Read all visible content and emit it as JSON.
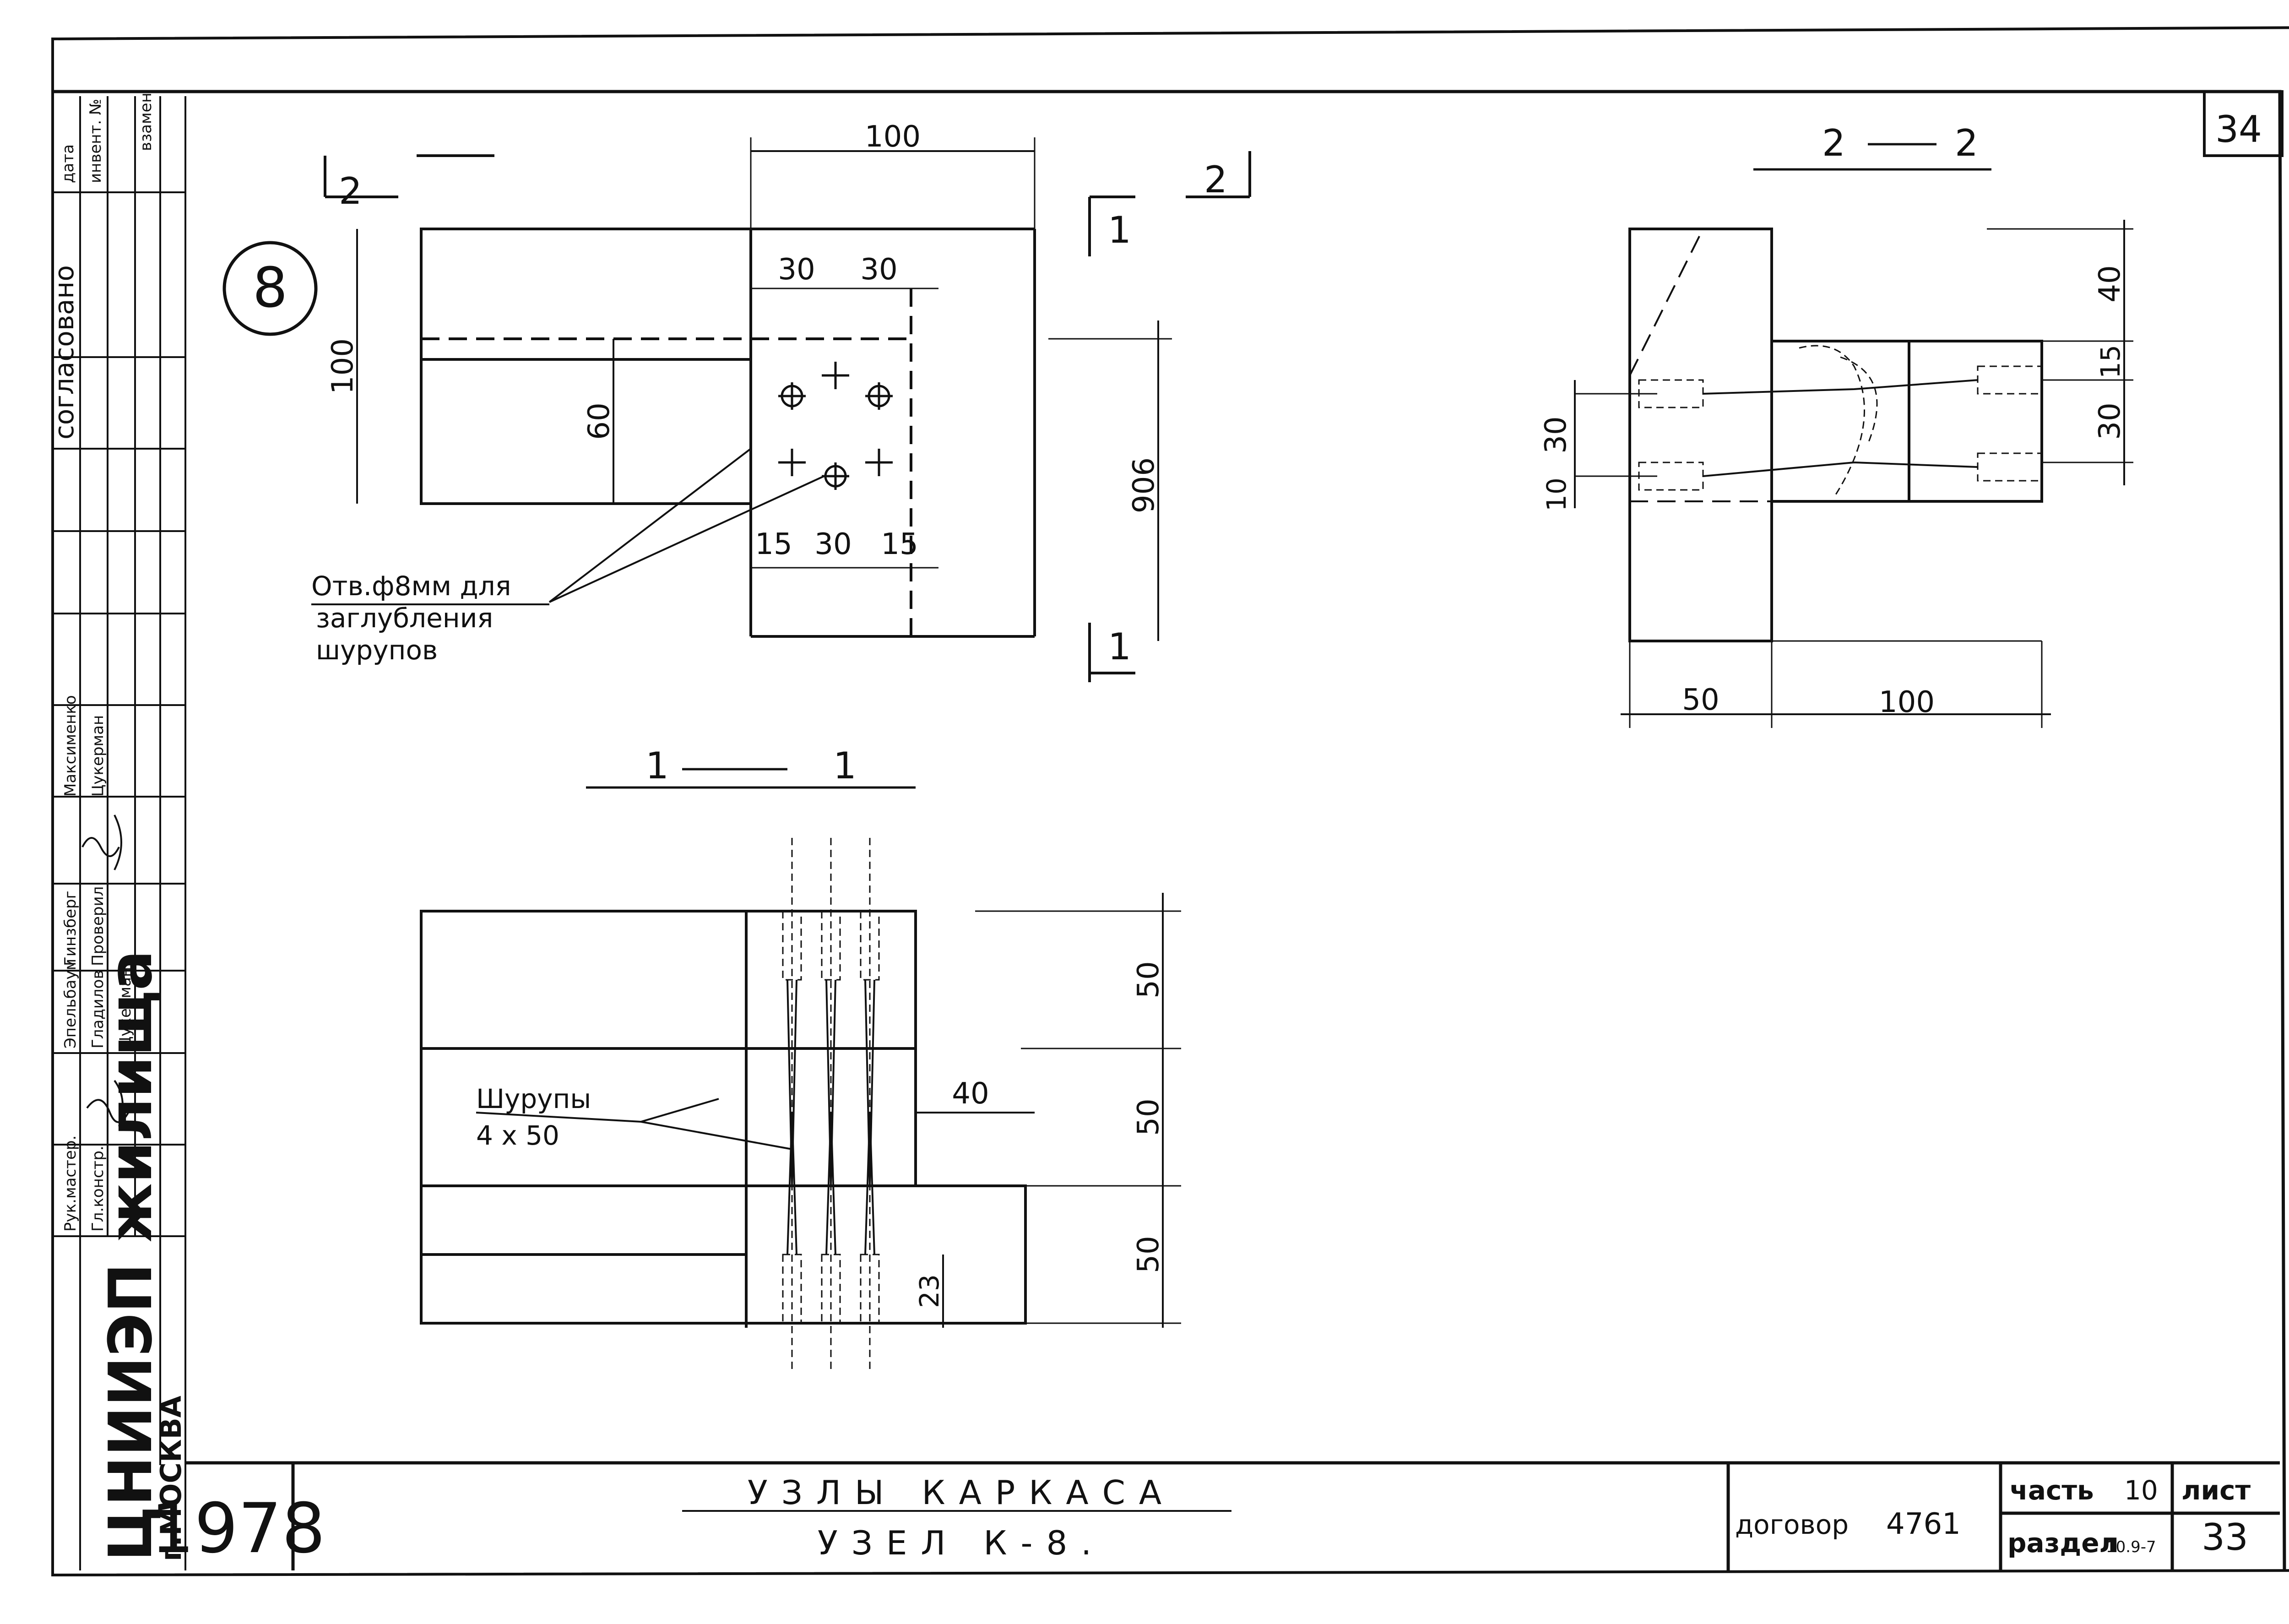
{
  "sheet": {
    "page_number": "34",
    "node_mark": "8",
    "year": "1978",
    "org_name": "ЦНИИЭП жилища",
    "org_city": "г.МОСКВА",
    "title_line1": "УЗЛЫ КАРКАСА",
    "title_line2": "УЗЕЛ К-8.",
    "contract_label": "договор",
    "contract_number": "4761",
    "part_label": "часть",
    "part_number": "10",
    "sheet_label": "лист",
    "sheet_number": "33",
    "section_label": "раздел",
    "section_number": "10.9-7"
  },
  "side_stamp": {
    "agreed": "согласовано",
    "date": "дата",
    "inventory": "инвент. №",
    "replace": "взамен",
    "signers": [
      "Максименко",
      "Цукерман",
      "Гинзберг",
      "Проверил",
      "Эпельбаум",
      "Гладилов",
      "Цукерман",
      "Рук.мастер.",
      "Гл.констр."
    ]
  },
  "plan_view": {
    "section_mark_left": "2",
    "section_mark_right": "2",
    "section_mark_top": "1",
    "section_mark_bottom": "1",
    "dim_top": "100",
    "dim_left": "100",
    "dim_inner": "60",
    "dim_right": "906",
    "dim_30a": "30",
    "dim_30b": "30",
    "dim_15a": "15",
    "dim_30c": "30",
    "dim_15b": "15",
    "note_line1": "Отв.ф8мм для",
    "note_line2": "заглубления",
    "note_line3": "шурупов"
  },
  "section_1": {
    "label_left": "1",
    "label_right": "1",
    "dim_50a": "50",
    "dim_50b": "50",
    "dim_50c": "50",
    "dim_40": "40",
    "dim_23": "23",
    "screws_line1": "Шурупы",
    "screws_line2": "4 x 50"
  },
  "section_2": {
    "label_left": "2",
    "label_right": "2",
    "dim_40": "40",
    "dim_15": "15",
    "dim_30_right": "30",
    "dim_30_left": "30",
    "dim_10": "10",
    "dim_50": "50",
    "dim_100": "100"
  }
}
